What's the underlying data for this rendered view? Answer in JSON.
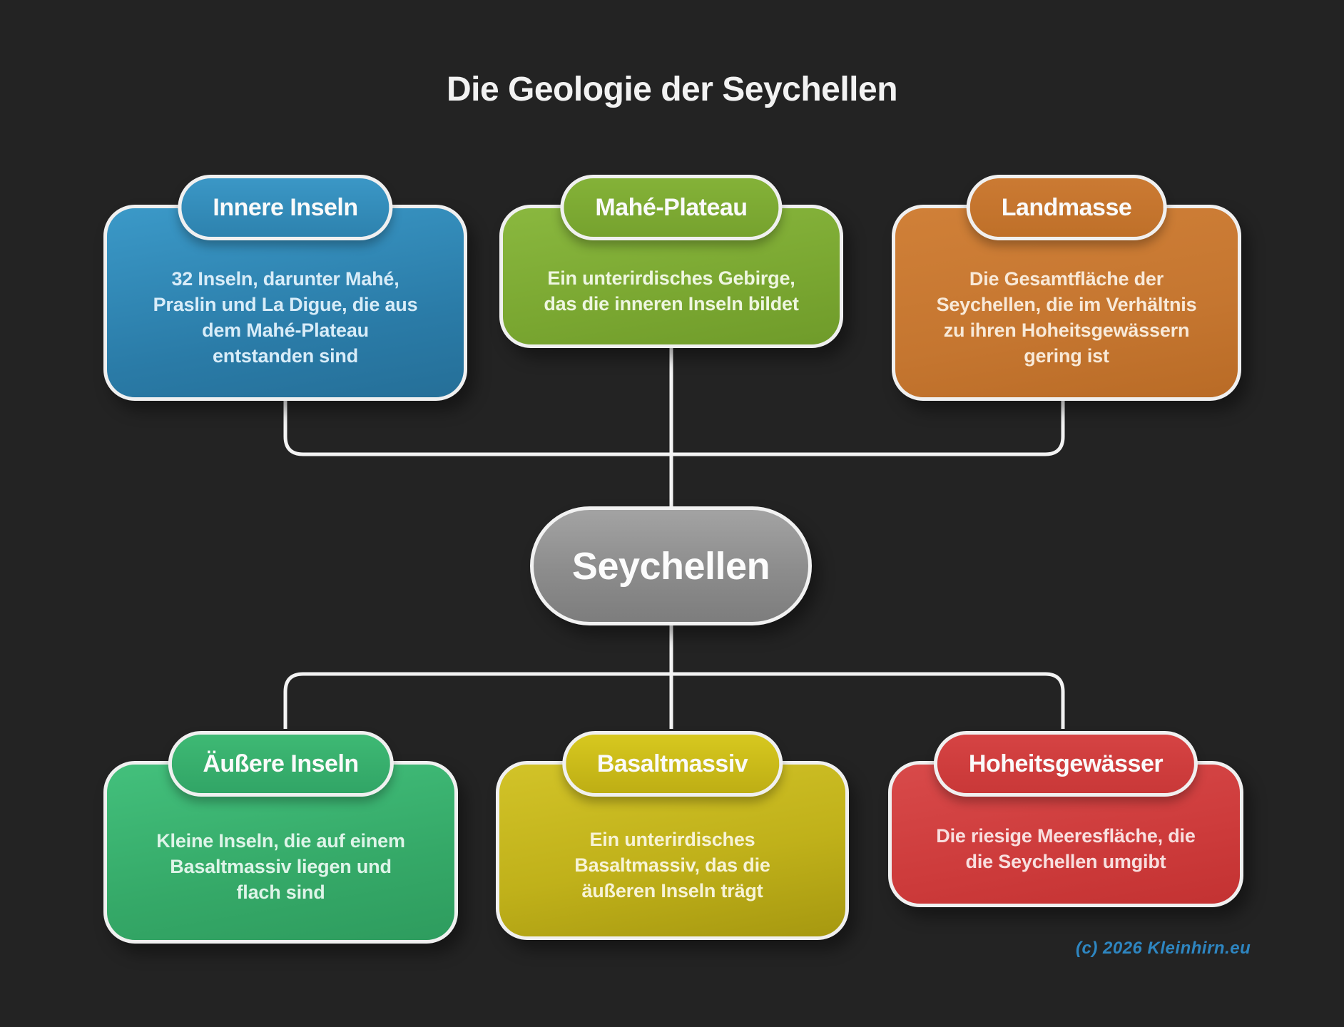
{
  "title": "Die Geologie der Seychellen",
  "root": {
    "label": "Seychellen",
    "color": "#8f8f8f"
  },
  "nodes": [
    {
      "title": "Innere Inseln",
      "body": "32 Inseln, darunter Mahé,\nPraslin und La Digue, die aus\ndem Mahé-Plateau\nentstanden sind",
      "color": "#2e86b5"
    },
    {
      "title": "Mahé-Plateau",
      "body": "Ein unterirdisches Gebirge,\ndas die inneren Inseln bildet",
      "color": "#7aa832"
    },
    {
      "title": "Landmasse",
      "body": "Die Gesamtfläche der\nSeychellen, die im Verhältnis\nzu ihren Hoheitsgewässern\ngering ist",
      "color": "#c6762e"
    },
    {
      "title": "Äußere Inseln",
      "body": "Kleine Inseln, die auf einem\nBasaltmassiv liegen und\nflach sind",
      "color": "#37af6d"
    },
    {
      "title": "Basaltmassiv",
      "body": "Ein unterirdisches\nBasaltmassiv, das die\näußeren Inseln trägt",
      "color": "#c4b51c"
    },
    {
      "title": "Hoheitsgewässer",
      "body": "Die riesige Meeresfläche, die\ndie Seychellen umgibt",
      "color": "#cf3d3d"
    }
  ],
  "connector_color": "#f3f3f3",
  "background_color": "#232323",
  "footer": {
    "copyright": "(c) 2026 Kleinhirn.eu",
    "color": "#2e86c1"
  }
}
